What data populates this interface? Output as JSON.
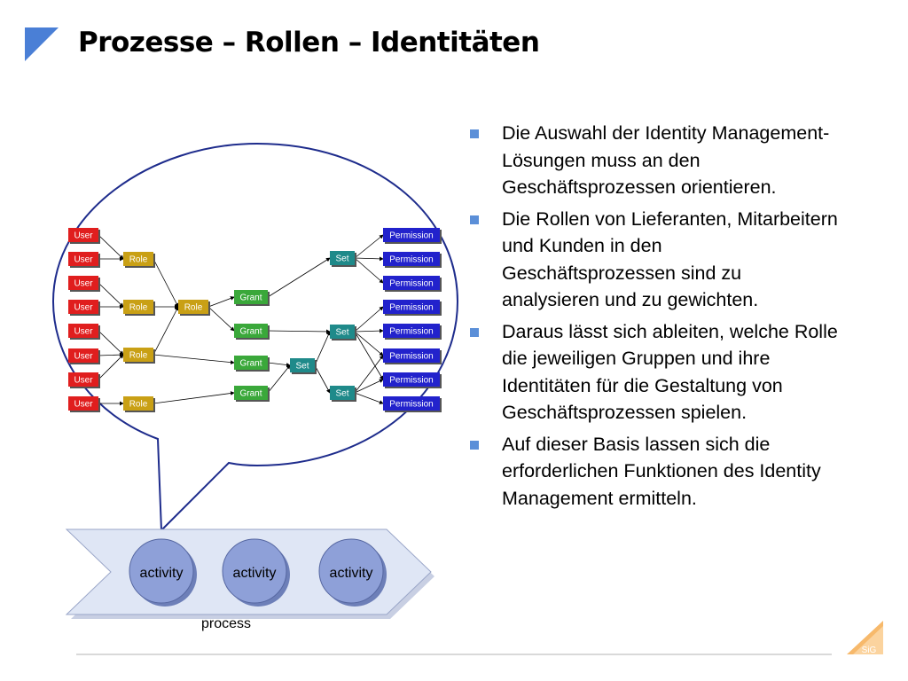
{
  "slide": {
    "title": "Prozesse – Rollen – Identitäten",
    "bullets": [
      "Die Auswahl der Identity Management-Lösungen muss an den Geschäftsprozessen orientieren.",
      "Die Rollen von Lieferanten, Mitarbeitern und Kunden in den Geschäftsprozessen sind zu analysieren und zu gewichten.",
      "Daraus lässt sich ableiten, welche Rolle die jeweiligen Gruppen und ihre Identitäten für die Gestaltung von Geschäftsprozessen spielen.",
      "Auf dieser Basis lassen sich die erforderlichen Funktionen des Identity Management ermitteln."
    ],
    "logo_text": "SiG"
  },
  "diagram": {
    "node_labels": {
      "user": "User",
      "role": "Role",
      "grant": "Grant",
      "set": "Set",
      "permission": "Permission"
    },
    "process": {
      "label": "process",
      "activities": [
        "activity",
        "activity",
        "activity"
      ]
    },
    "colors": {
      "user": "#e01e1e",
      "role": "#c9a015",
      "grant": "#3aa83a",
      "set": "#1f8a8a",
      "permission": "#2222cc",
      "bubble_outline": "#1e2c8c",
      "activity_circle": "#8ea0d8",
      "process_band": "#dfe6f5",
      "bullet": "#5b8fd8"
    }
  }
}
